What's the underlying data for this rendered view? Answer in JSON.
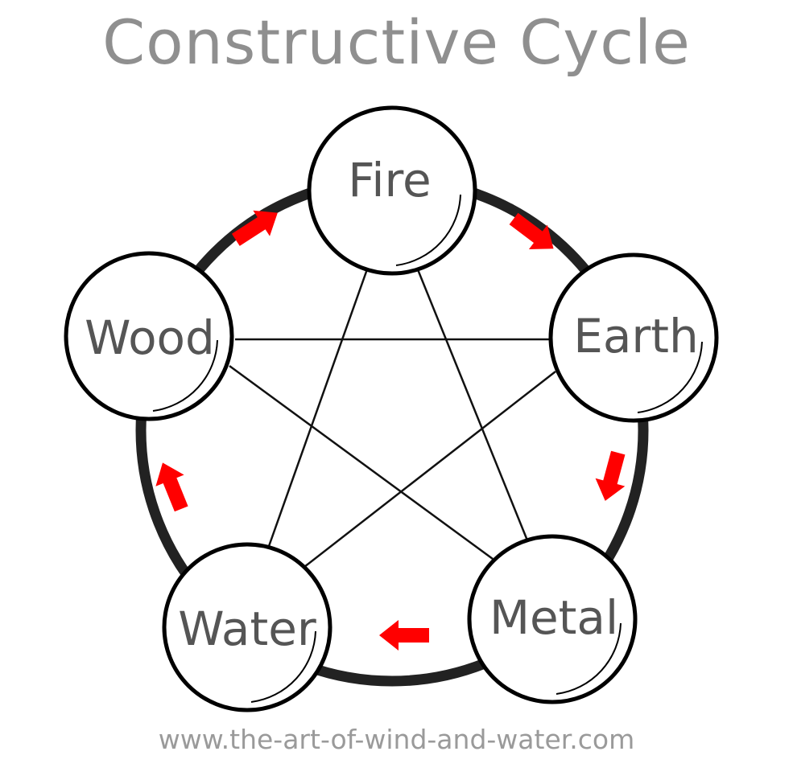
{
  "title": "Constructive Cycle",
  "footer": "www.the-art-of-wind-and-water.com",
  "colors": {
    "ring": "#222222",
    "arrow": "#ff0000",
    "circle_stroke": "#000000",
    "label": "#555555",
    "title": "#8f8f8f",
    "footer": "#9a9a9a"
  },
  "elements": {
    "fire": "Fire",
    "earth": "Earth",
    "metal": "Metal",
    "water": "Water",
    "wood": "Wood"
  },
  "cycle_order": [
    "Fire",
    "Earth",
    "Metal",
    "Water",
    "Wood"
  ]
}
